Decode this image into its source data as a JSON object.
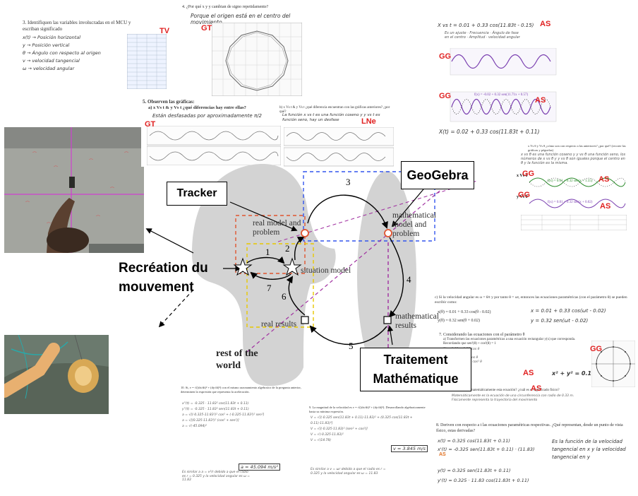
{
  "labels": {
    "tracker": "Tracker",
    "geogebra": "GeoGebra",
    "recreacion": "Recréation du mouvement",
    "traitement": "Traitement Mathématique"
  },
  "cycle": {
    "real_model": "real model and problem",
    "mathematical_model": "mathematical model and problem",
    "situation_model": "situation model",
    "real_results": "real results",
    "mathematical_results": "mathematical results",
    "rest_of_world": "rest of the world",
    "steps": [
      "1",
      "2",
      "3",
      "4",
      "5",
      "6",
      "7"
    ]
  },
  "tags": {
    "tv": "TV",
    "gt1": "GT",
    "gt2": "GT",
    "lne": "LNe",
    "as1": "AS",
    "gg1": "GG",
    "gg2": "GG",
    "as2": "AS",
    "gg3": "GG",
    "as3": "AS",
    "gg4": "GG",
    "as4": "AS",
    "gg5": "GG",
    "as5": "AS",
    "as6": "AS",
    "as7": "AS"
  },
  "docs": {
    "q3_title": "3.  Identifiquen las variables involucradas en el MCU y escriban significado",
    "q3_lines": [
      "x(t) → Posición horizontal",
      "y → Posición vertical",
      "θ → Ángulo con respecto al origen",
      "v → velocidad tangencial",
      "ω → velocidad angular"
    ],
    "q4_title": "4.  ¿Por qué x y y cambian de signo repetidamente?",
    "q4_answer": "Porque el origen está en el centro del movimiento",
    "q5_title": "5.  Observen las gráficas:",
    "q5_sub": "a)  x Vs t  &  y Vs t  ¿qué diferencias hay entre ellas?",
    "q5_answer": "Están desfasadas por aproximadamente π/2",
    "q5b": "b) x Vs t & y Vs t ¿qué diferencia encuentran con las gráficas anteriores? ¿por qué?",
    "q5b_answer": "La función x vs t es una función coseno y y vs t es función seno, hay un desfase",
    "q6a_eq": "X vs t = 0.01 + 0.33 cos(11.83t - 0.15)",
    "q6a_fit": "f(x) = -0.02 + 0.32 sen(11.71x + 0.57)",
    "q6_final": "X(t) = 0.02 + 0.33 cos(11.83t + 0.11)",
    "q6b_text": "x Vs θ y Vs θ ¿cómo son con respecto a las anteriores? ¿por qué? (recorte las gráficas y péguelas)",
    "q6b_fit1": "f(x) = 0.01 + 0.32 sen(x + 1.55)",
    "q6b_fit2": "f(x) = 0.01 + 0.32 sen(x + 0.02)",
    "q6b_xvs": "x Vs θ",
    "q6b_yvs": "y Vs θ",
    "qc_text": "c)  Si la velocidad angular es ω = θ/t y por tanto θ = ωt, entonces las ecuaciones paramétricas (con el parámetro θ) se pueden escribir como:",
    "qc_eq1": "x(θ) = 0.01 + 0.33 cos(θ - 0.02)",
    "qc_eq2": "y(θ) = 0.32 sen(θ + 0.02)",
    "qc_hand1": "x = 0.01 + 0.33 cos(ωt - 0.02)",
    "qc_hand2": "y = 0.32 sen(ωt - 0.02)",
    "q7_title": "7.  Considerando las ecuaciones con el parámetro θ",
    "q7_a": "a)  Transformen las ecuaciones paramétricas a una ecuación rectangular y(x) que corresponda. Recordando que sen²(θ) + cos²(θ) = 1",
    "q7_result": "x² + y² = 0.1",
    "q7_b": "b) ¿Qué representa matemáticamente esta ecuación? ¿cuál es el significado físico?",
    "q7_b_ans": "Matemáticamente es la ecuación de una circunferencia con radio de 0.33 m. Físicamente representa la trayectoria del movimiento",
    "q8_title": "8.  Deriven con respecto a t las ecuaciones paramétricas respectivas. ¿Qué representan, desde un punto de vista físico, estas derivadas?",
    "q8_eq1": "x(t) = 0.325 cos(11.83t + 0.11)",
    "q8_eq2": "x'(t) = -0.325 sen(11.83t + 0.11) · (11.83)",
    "q8_eq3": "y(t) = 0.325 sen(11.83t + 0.11)",
    "q8_eq4": "y'(t) = 0.325 · 11.83 cos(11.83t + 0.11)",
    "q8_ans": "Es la función de la velocidad tangencial en x y la velocidad tangencial en y",
    "q9_title": "9.  La magnitud de la velocidad es v = √((dx/dt)² + (dy/dt)²). Desarrollando algebraicamente hasta su mínima expresión.",
    "q9_result": "v = 3.845 m/s",
    "q10_title": "10.  Si, v = √((dx/dt)² + (dy/dt)²) con el mismo razonamiento algebraico de la pregunta anterior, determinen la expresión que representa la aceleración.",
    "q10_result": "a = 45.094 m/s²",
    "q10_ans": "Es similar a a = v²/r debido a que el radio es r = 0.325 y la velocidad angular es ω = 11.83",
    "q9_ans": "Es similar a v = ωr debido a que el radio es r = 0.325 y la velocidad angular es ω = 11.83"
  },
  "colors": {
    "tracker_box": "#e05530",
    "geogebra_box": "#3355ee",
    "recreation_box": "#e8c800",
    "math_box": "#a030a0",
    "blob": "#d3d3d3",
    "sine_purple": "#7a3fb0",
    "sine_green": "#2a8a2a"
  }
}
